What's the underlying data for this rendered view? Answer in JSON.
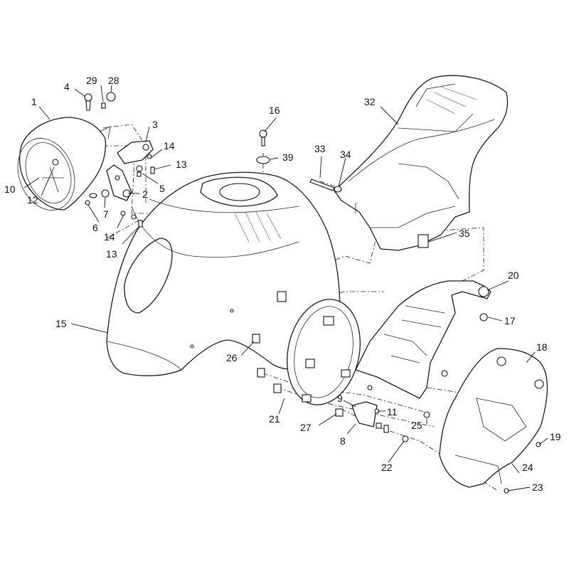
{
  "callouts": [
    {
      "id": "c1",
      "text": "1"
    },
    {
      "id": "c2",
      "text": "2"
    },
    {
      "id": "c3",
      "text": "3"
    },
    {
      "id": "c4",
      "text": "4"
    },
    {
      "id": "c5",
      "text": "5"
    },
    {
      "id": "c6",
      "text": "6"
    },
    {
      "id": "c7",
      "text": "7"
    },
    {
      "id": "c8",
      "text": "8"
    },
    {
      "id": "c9",
      "text": "9"
    },
    {
      "id": "c10",
      "text": "10"
    },
    {
      "id": "c11",
      "text": "11"
    },
    {
      "id": "c12",
      "text": "12"
    },
    {
      "id": "c13a",
      "text": "13"
    },
    {
      "id": "c13b",
      "text": "13"
    },
    {
      "id": "c14a",
      "text": "14"
    },
    {
      "id": "c14b",
      "text": "14"
    },
    {
      "id": "c15",
      "text": "15"
    },
    {
      "id": "c16",
      "text": "16"
    },
    {
      "id": "c17",
      "text": "17"
    },
    {
      "id": "c18",
      "text": "18"
    },
    {
      "id": "c19",
      "text": "19"
    },
    {
      "id": "c20",
      "text": "20"
    },
    {
      "id": "c21",
      "text": "21"
    },
    {
      "id": "c22",
      "text": "22"
    },
    {
      "id": "c23",
      "text": "23"
    },
    {
      "id": "c24",
      "text": "24"
    },
    {
      "id": "c25",
      "text": "25"
    },
    {
      "id": "c26",
      "text": "26"
    },
    {
      "id": "c27",
      "text": "27"
    },
    {
      "id": "c28",
      "text": "28"
    },
    {
      "id": "c29",
      "text": "29"
    },
    {
      "id": "c32",
      "text": "32"
    },
    {
      "id": "c33",
      "text": "33"
    },
    {
      "id": "c34",
      "text": "34"
    },
    {
      "id": "c35",
      "text": "35"
    },
    {
      "id": "c39",
      "text": "39"
    }
  ]
}
